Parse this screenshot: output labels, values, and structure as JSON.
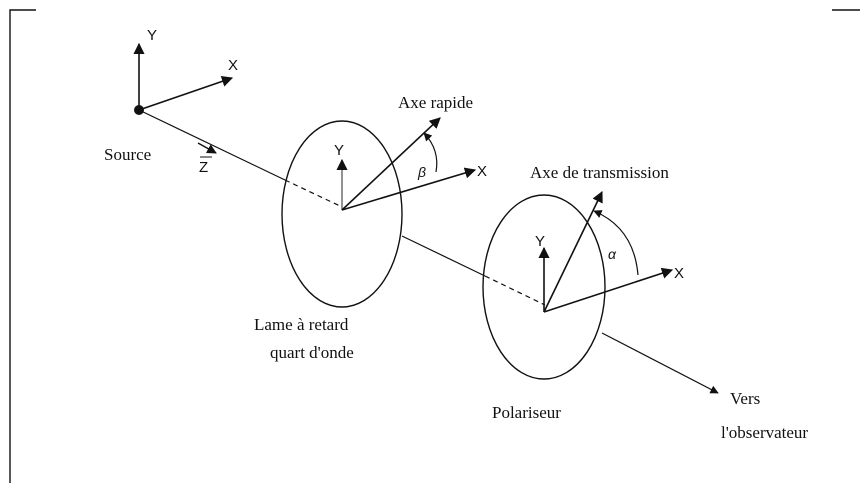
{
  "labels": {
    "source": "Source",
    "z_axis": "Z",
    "source_y": "Y",
    "source_x": "X",
    "fast_axis": "Axe rapide",
    "beta": "β",
    "plate_y": "Y",
    "plate_x": "X",
    "plate_name_line1": "Lame à retard",
    "plate_name_line2": "quart d'onde",
    "transmission_axis": "Axe de transmission",
    "alpha": "α",
    "pol_y": "Y",
    "pol_x": "X",
    "polarizer_name": "Polariseur",
    "observer_line1": "Vers",
    "observer_line2": "l'observateur"
  },
  "colors": {
    "ink": "#111111",
    "background": "#ffffff"
  }
}
